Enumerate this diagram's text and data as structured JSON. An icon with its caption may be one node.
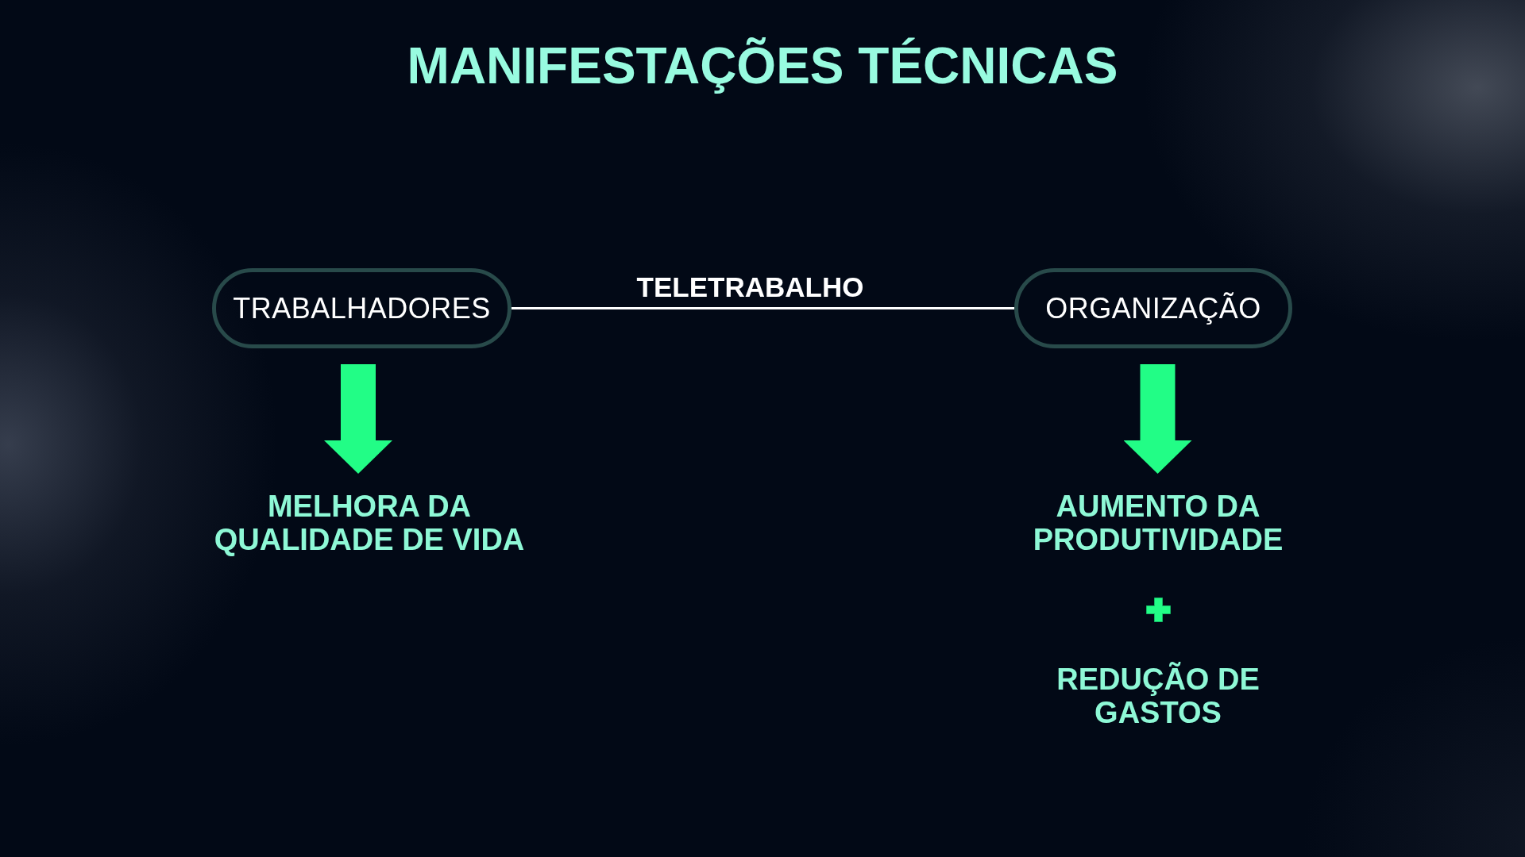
{
  "diagram": {
    "title": "MANIFESTAÇÕES TÉCNICAS",
    "nodes": [
      {
        "text": [
          "TRABALHADORES"
        ]
      },
      {
        "text": [
          "ORGANIZAÇÃO"
        ]
      },
      {
        "text": [
          "MELHORA DA QUALIDADE DE VIDA"
        ]
      },
      {
        "text": [
          "AUMENTO DA PRODUTIVIDADE",
          "REDUÇÃO DE GASTOS"
        ]
      }
    ],
    "edges": [
      {
        "from": 0,
        "to": 1,
        "arrow": "none",
        "label": "TELETRABALHO",
        "color": "#ffffff"
      },
      {
        "from": 0,
        "to": 2,
        "arrow": "to"
      },
      {
        "from": 1,
        "to": 3,
        "arrow": "to"
      }
    ]
  }
}
